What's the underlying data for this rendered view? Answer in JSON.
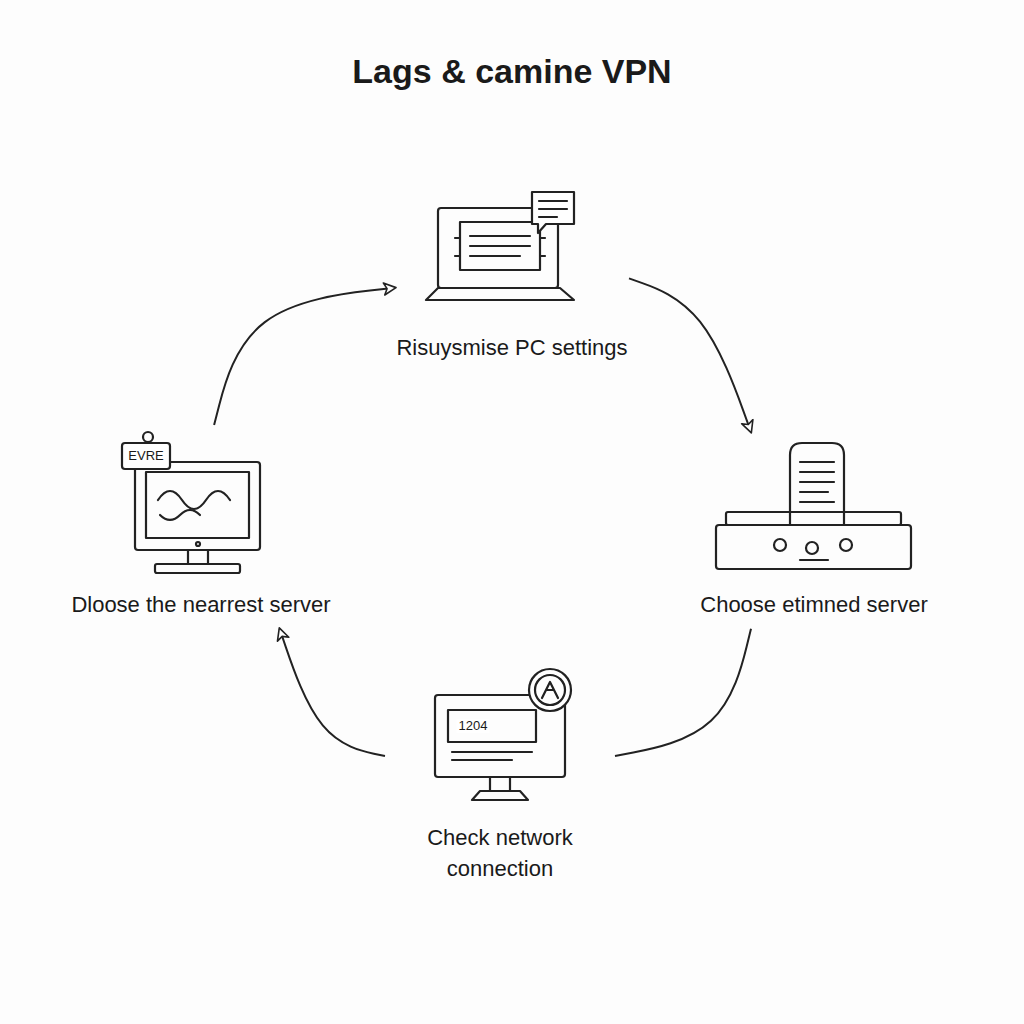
{
  "diagram": {
    "title": "Lags & camine VPN",
    "nodes": [
      {
        "text": [
          "Risuysmise PC settings"
        ]
      },
      {
        "text": [
          "Dloose the nearrest server"
        ]
      },
      {
        "text": [
          "Choose etimned server"
        ]
      },
      {
        "text": [
          "Check network connection"
        ]
      }
    ],
    "edges": [
      {
        "from": 0,
        "to": 2,
        "arrow": "to"
      },
      {
        "from": 2,
        "to": 3,
        "arrow": "none"
      },
      {
        "from": 3,
        "to": 1,
        "arrow": "to"
      },
      {
        "from": 1,
        "to": 0,
        "arrow": "to"
      }
    ],
    "labels": [
      "EVRE",
      "1204"
    ]
  }
}
